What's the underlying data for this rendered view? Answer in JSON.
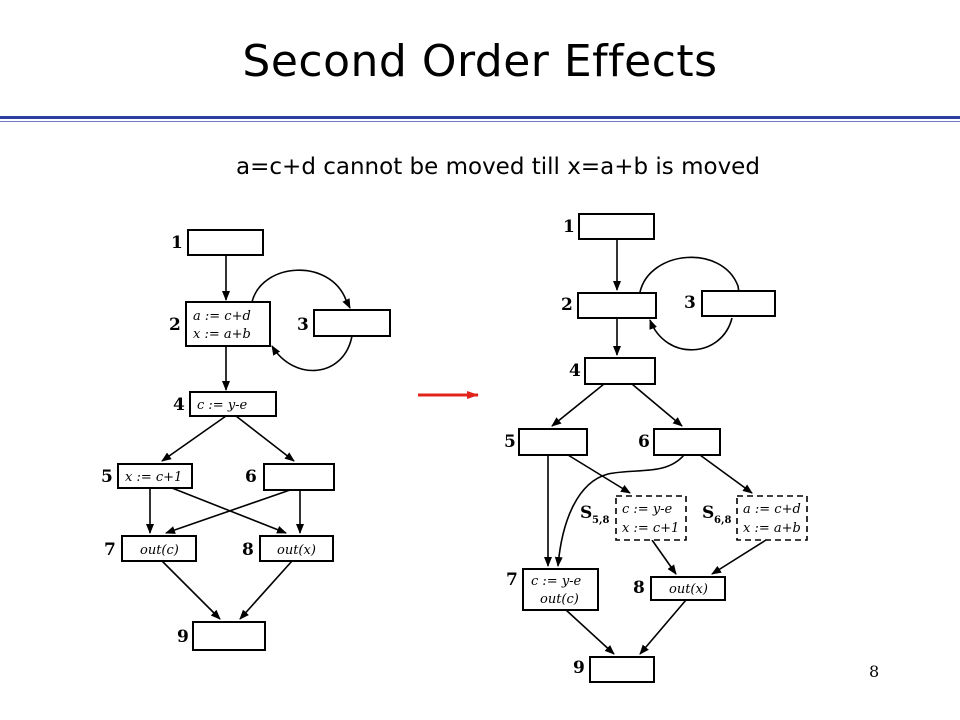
{
  "slide": {
    "title": "Second Order Effects",
    "subtitle": "a=c+d cannot be moved till x=a+b is moved",
    "page_number": "8"
  },
  "left_graph": {
    "nodes": [
      {
        "label": "1",
        "code": []
      },
      {
        "label": "2",
        "code": [
          "a := c+d",
          "x := a+b"
        ]
      },
      {
        "label": "3",
        "code": []
      },
      {
        "label": "4",
        "code": [
          "c := y-e"
        ]
      },
      {
        "label": "5",
        "code": [
          "x := c+1"
        ]
      },
      {
        "label": "6",
        "code": []
      },
      {
        "label": "7",
        "code": [
          "out(c)"
        ]
      },
      {
        "label": "8",
        "code": [
          "out(x)"
        ]
      },
      {
        "label": "9",
        "code": []
      }
    ]
  },
  "right_graph": {
    "nodes": [
      {
        "label": "1",
        "code": []
      },
      {
        "label": "2",
        "code": []
      },
      {
        "label": "3",
        "code": []
      },
      {
        "label": "4",
        "code": []
      },
      {
        "label": "5",
        "code": []
      },
      {
        "label": "6",
        "code": []
      },
      {
        "label": "S",
        "sub": "5,8",
        "code": [
          "c := y-e",
          "x := c+1"
        ]
      },
      {
        "label": "S",
        "sub": "6,8",
        "code": [
          "a := c+d",
          "x := a+b"
        ]
      },
      {
        "label": "7",
        "code": [
          "c := y-e",
          "out(c)"
        ]
      },
      {
        "label": "8",
        "code": [
          "out(x)"
        ]
      },
      {
        "label": "9",
        "code": []
      }
    ]
  },
  "colors": {
    "arrow": "#e0241b",
    "rule": "#2a3fa0"
  }
}
